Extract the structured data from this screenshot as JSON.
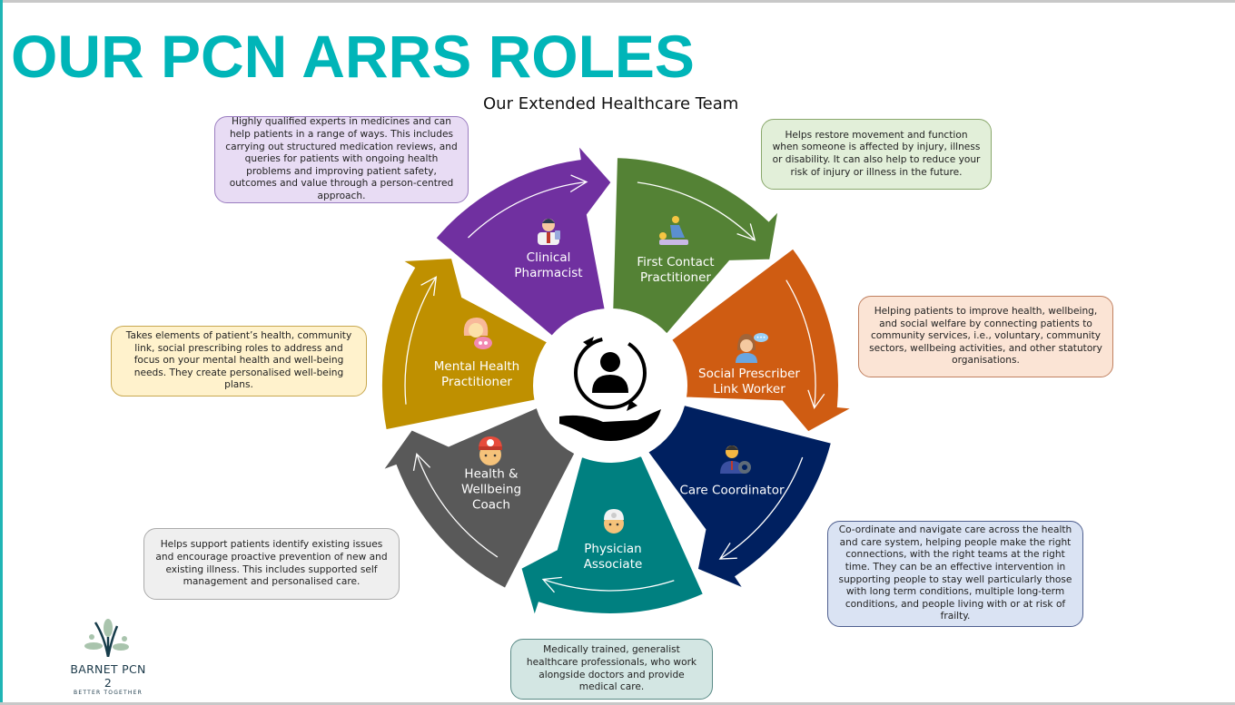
{
  "title": "OUR PCN ARRS ROLES",
  "subtitle": "Our Extended Healthcare Team",
  "colors": {
    "brand": "#00b5b8"
  },
  "roles": [
    {
      "label": "First Contact Practitioner",
      "color": "#548235",
      "description": "Helps restore movement and function when someone is affected by injury, illness or disability. It can also help to reduce your risk of injury or illness in the future."
    },
    {
      "label": "Social Prescriber Link Worker",
      "color": "#cf5c12",
      "description": "Helping patients to improve health, wellbeing, and social welfare by connecting patients to community services, i.e., voluntary, community sectors, wellbeing activities, and other statutory organisations."
    },
    {
      "label": "Care Coordinator",
      "color": "#002060",
      "description": "Co-ordinate and navigate care across the health and care system, helping people make the right connections, with the right teams at the right time. They can be an effective intervention in supporting people to stay well particularly those with long term conditions, multiple long-term conditions, and people living with or at risk of frailty."
    },
    {
      "label": "Physician Associate",
      "color": "#008080",
      "description": "Medically trained, generalist healthcare professionals, who work alongside doctors and provide medical care."
    },
    {
      "label": "Health & Wellbeing Coach",
      "color": "#595959",
      "description": "Helps support patients identify existing issues and encourage proactive prevention of new and existing illness. This includes supported self management and personalised care."
    },
    {
      "label": "Mental Health Practitioner",
      "color": "#bf9000",
      "description": "Takes elements of patient’s health, community link, social prescribing roles to address and focus on your mental health and well-being needs. They create personalised well-being plans."
    },
    {
      "label": "Clinical Pharmacist",
      "color": "#7030a0",
      "description": "Highly qualified experts in medicines and can help patients in a range of ways. This includes carrying out structured medication reviews, and queries for patients with ongoing health problems and improving patient safety, outcomes and value through a person-centred approach."
    }
  ],
  "logo": {
    "name": "BARNET PCN 2",
    "tagline": "BETTER TOGETHER"
  }
}
